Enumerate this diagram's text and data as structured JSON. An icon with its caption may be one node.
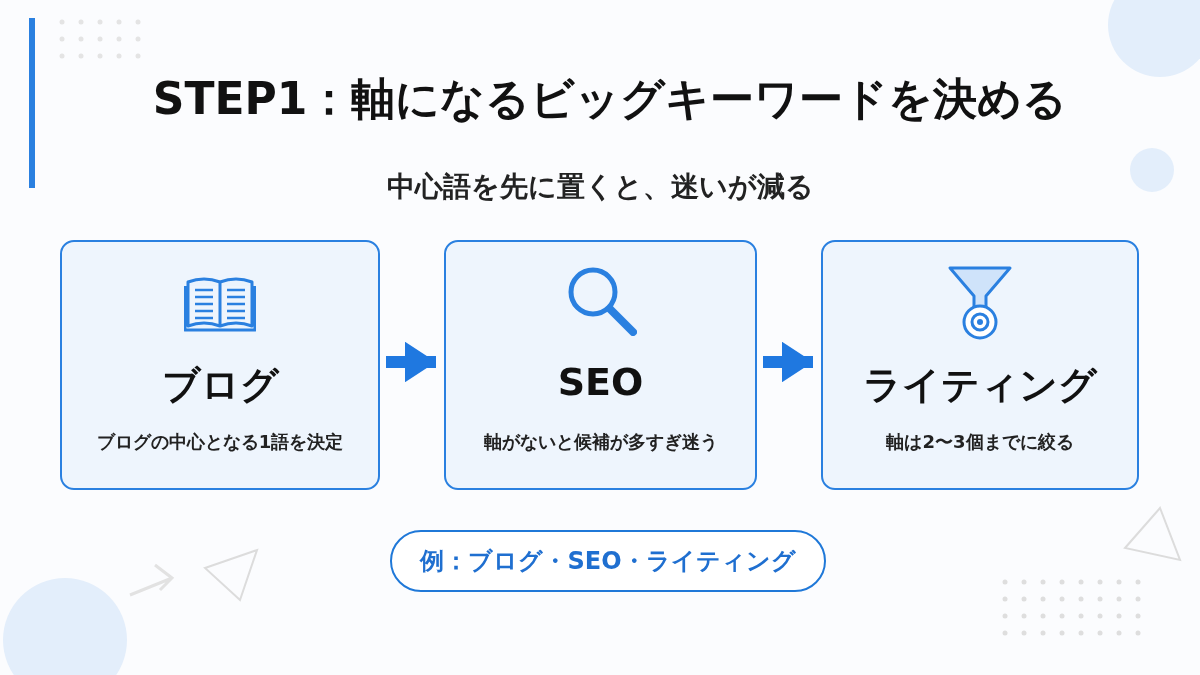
{
  "diagram": {
    "title": "STEP1：軸になるビッグキーワードを決める",
    "nodes": [
      {
        "text": [
          "ブログ",
          "ブログの中心となる1語を決定"
        ]
      },
      {
        "text": [
          "SEO",
          "軸がないと候補が多すぎ迷う"
        ]
      },
      {
        "text": [
          "ライティング",
          "軸は2〜3個までに絞る"
        ]
      },
      {
        "text": [
          "例：ブログ・SEO・ライティング"
        ]
      }
    ],
    "edges": [
      {
        "from": 0,
        "to": 1,
        "arrow": "to"
      },
      {
        "from": 1,
        "to": 2,
        "arrow": "to"
      }
    ],
    "labels": [
      "中心語を先に置くと、迷いが減る"
    ]
  }
}
